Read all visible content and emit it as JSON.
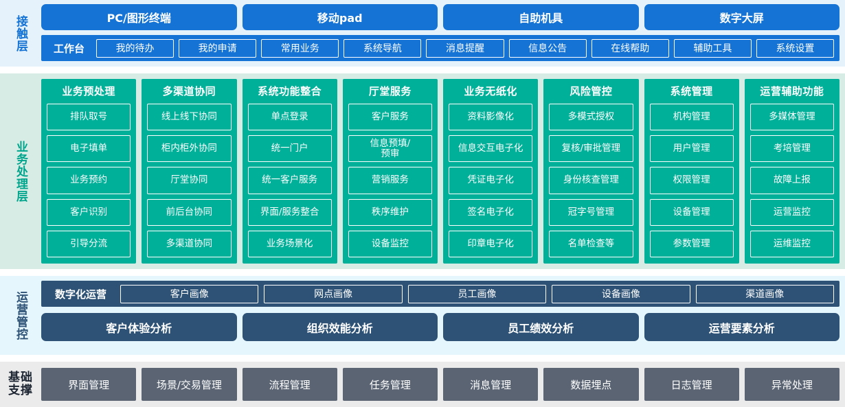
{
  "layers": {
    "contact": {
      "label": "接触层",
      "accent": "#1473d4",
      "background": "#e6f2fb",
      "channels": [
        "PC/图形终端",
        "移动pad",
        "自助机具",
        "数字大屏"
      ],
      "workbench_title": "工作台",
      "workbench_items": [
        "我的待办",
        "我的申请",
        "常用业务",
        "系统导航",
        "消息提醒",
        "信息公告",
        "在线帮助",
        "辅助工具",
        "系统设置"
      ]
    },
    "business": {
      "label": "业务处理层",
      "accent": "#00b098",
      "background": "#d8ece6",
      "columns": [
        {
          "title": "业务预处理",
          "items": [
            "排队取号",
            "电子填单",
            "业务预约",
            "客户识别",
            "引导分流"
          ]
        },
        {
          "title": "多渠道协同",
          "items": [
            "线上线下协同",
            "柜内柜外协同",
            "厅堂协同",
            "前后台协同",
            "多渠道协同"
          ]
        },
        {
          "title": "系统功能整合",
          "items": [
            "单点登录",
            "统一门户",
            "统一客户服务",
            "界面/服务整合",
            "业务场景化"
          ]
        },
        {
          "title": "厅堂服务",
          "items": [
            "客户服务",
            "信息预填/\n预审",
            "营销服务",
            "秩序维护",
            "设备监控"
          ]
        },
        {
          "title": "业务无纸化",
          "items": [
            "资料影像化",
            "信息交互电子化",
            "凭证电子化",
            "签名电子化",
            "印章电子化"
          ]
        },
        {
          "title": "风险管控",
          "items": [
            "多模式授权",
            "复核/审批管理",
            "身份核查管理",
            "冠字号管理",
            "名单检查等"
          ]
        },
        {
          "title": "系统管理",
          "items": [
            "机构管理",
            "用户管理",
            "权限管理",
            "设备管理",
            "参数管理"
          ]
        },
        {
          "title": "运营辅助功能",
          "items": [
            "多媒体管理",
            "考培管理",
            "故障上报",
            "运营监控",
            "运维监控"
          ]
        }
      ]
    },
    "operations": {
      "label": "运营管控",
      "accent": "#2d5275",
      "background": "#e6f6fd",
      "digital_title": "数字化运营",
      "portraits": [
        "客户画像",
        "网点画像",
        "员工画像",
        "设备画像",
        "渠道画像"
      ],
      "analyses": [
        "客户体验分析",
        "组织效能分析",
        "员工绩效分析",
        "运营要素分析"
      ]
    },
    "foundation": {
      "label": "基础支撑",
      "label_lines": [
        "基础",
        "支撑"
      ],
      "accent": "#5a6473",
      "background": "#ebebeb",
      "items": [
        "界面管理",
        "场景/交易管理",
        "流程管理",
        "任务管理",
        "消息管理",
        "数据埋点",
        "日志管理",
        "异常处理"
      ]
    }
  }
}
